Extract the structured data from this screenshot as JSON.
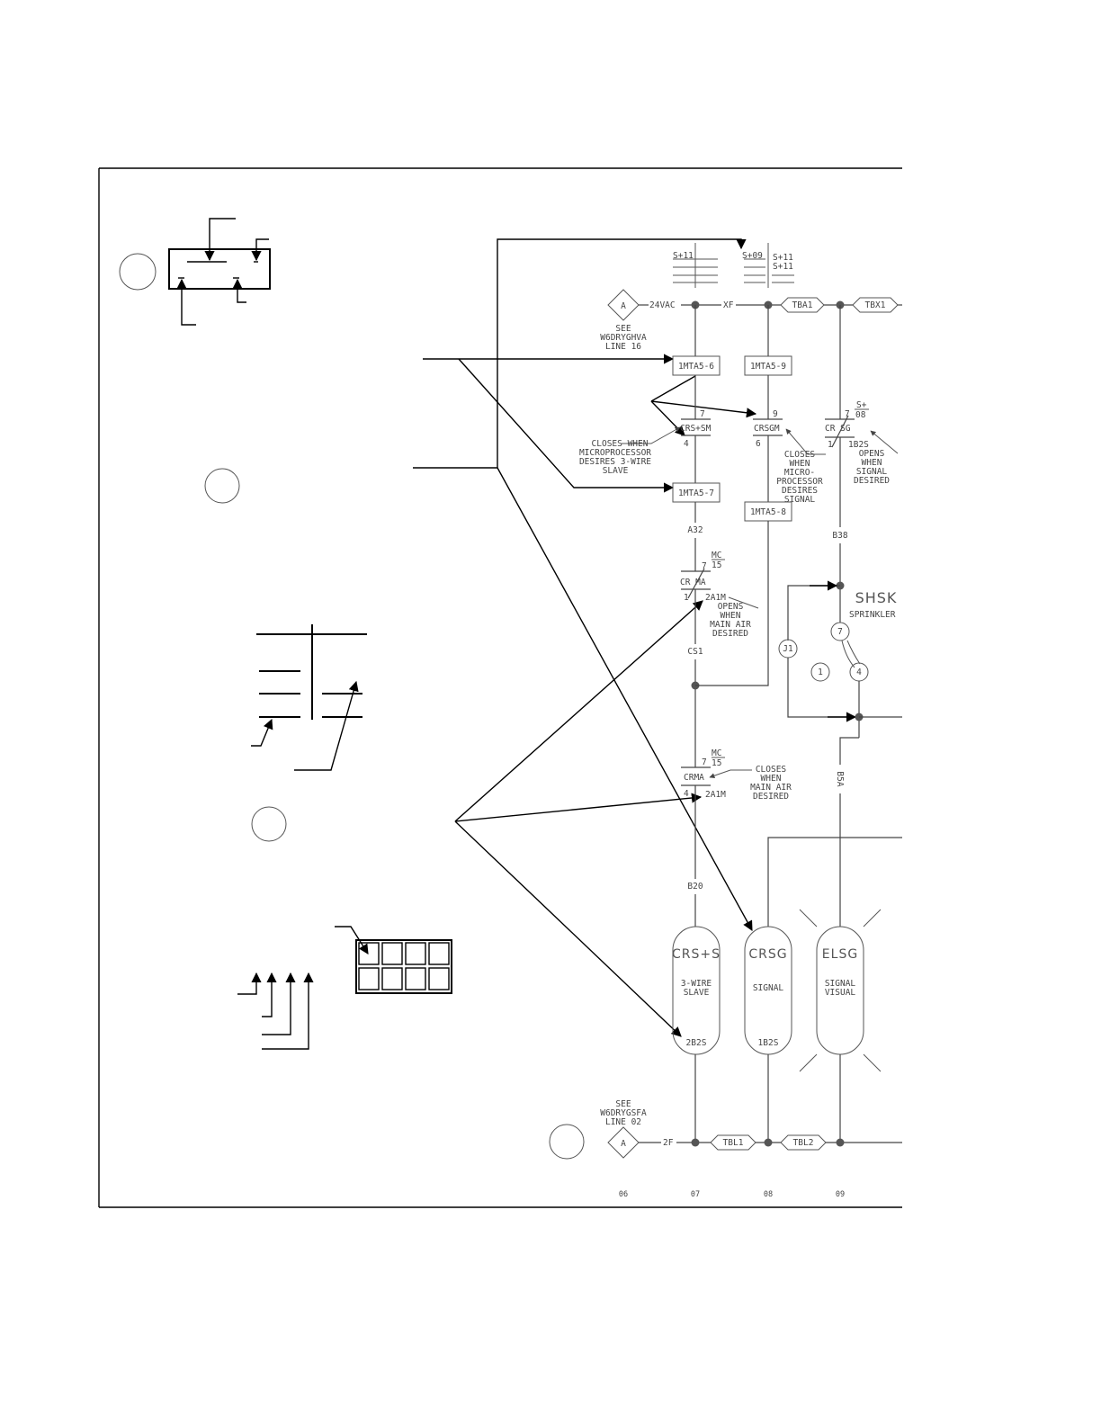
{
  "wire_labels": {
    "w24vac": "24VAC",
    "wxf": "XF",
    "wa32": "A32",
    "wcs1": "CS1",
    "wb20": "B20",
    "wb38": "B38",
    "wb5a": "B5A",
    "w2f": "2F"
  },
  "connector_refs": {
    "top_left": "S+11",
    "top_mid": "S+09",
    "top_right_1": "S+11",
    "top_right_2": "S+11"
  },
  "off_page": {
    "top": {
      "letter": "A",
      "see": "SEE",
      "ref": "W6DRYGHVA",
      "line": "LINE 16"
    },
    "bottom": {
      "letter": "A",
      "see": "SEE",
      "ref": "W6DRYGSFA",
      "line": "LINE 02"
    }
  },
  "terminals": {
    "tba1": "TBA1",
    "tbx1": "TBX1",
    "tbl1": "TBL1",
    "tbl2": "TBL2"
  },
  "pins": {
    "p56": "1MTA5-6",
    "p57": "1MTA5-7",
    "p59": "1MTA5-9",
    "p58": "1MTA5-8"
  },
  "contacts": {
    "crssm": {
      "name": "CRS+SM",
      "top": "7",
      "bottom": "4",
      "note": [
        "CLOSES WHEN",
        "MICROPROCESSOR",
        "DESIRES 3-WIRE",
        "SLAVE"
      ]
    },
    "crsgm": {
      "name": "CRSGM",
      "top": "9",
      "bottom": "6",
      "note": [
        "CLOSES",
        "WHEN",
        "MICRO-",
        "PROCESSOR",
        "DESIRES",
        "SIGNAL"
      ]
    },
    "crsg": {
      "name": "CR SG",
      "top": "7",
      "bottom": "1",
      "ref_num": "S+",
      "ref_den": "08",
      "wire": "1B2S",
      "note": [
        "OPENS",
        "WHEN",
        "SIGNAL",
        "DESIRED"
      ]
    },
    "crma": {
      "name": "CR MA",
      "top": "7",
      "bottom": "1",
      "ref_num": "MC",
      "ref_den": "15",
      "wire": "2A1M",
      "note": [
        "OPENS",
        "WHEN",
        "MAIN AIR",
        "DESIRED"
      ]
    },
    "crma2": {
      "name": "CRMA",
      "top": "7",
      "bottom": "4",
      "ref_num": "MC",
      "ref_den": "15",
      "wire": "2A1M",
      "note": [
        "CLOSES",
        "WHEN",
        "MAIN AIR",
        "DESIRED"
      ]
    }
  },
  "coils": {
    "crss": {
      "name": "CRS+S",
      "desc": [
        "3-WIRE",
        "SLAVE"
      ],
      "wire": "2B2S"
    },
    "crsg": {
      "name": "CRSG",
      "desc": [
        "SIGNAL"
      ],
      "wire": "1B2S"
    },
    "elsg": {
      "name": "ELSG",
      "desc": [
        "SIGNAL",
        "VISUAL"
      ],
      "wire": ""
    }
  },
  "sprinkler": {
    "name": "SHSK",
    "label": "SPRINKLER",
    "j1": "J1",
    "circle1": "1",
    "circle7": "7",
    "circle4": "4"
  },
  "line_numbers": [
    "06",
    "07",
    "08",
    "09"
  ]
}
